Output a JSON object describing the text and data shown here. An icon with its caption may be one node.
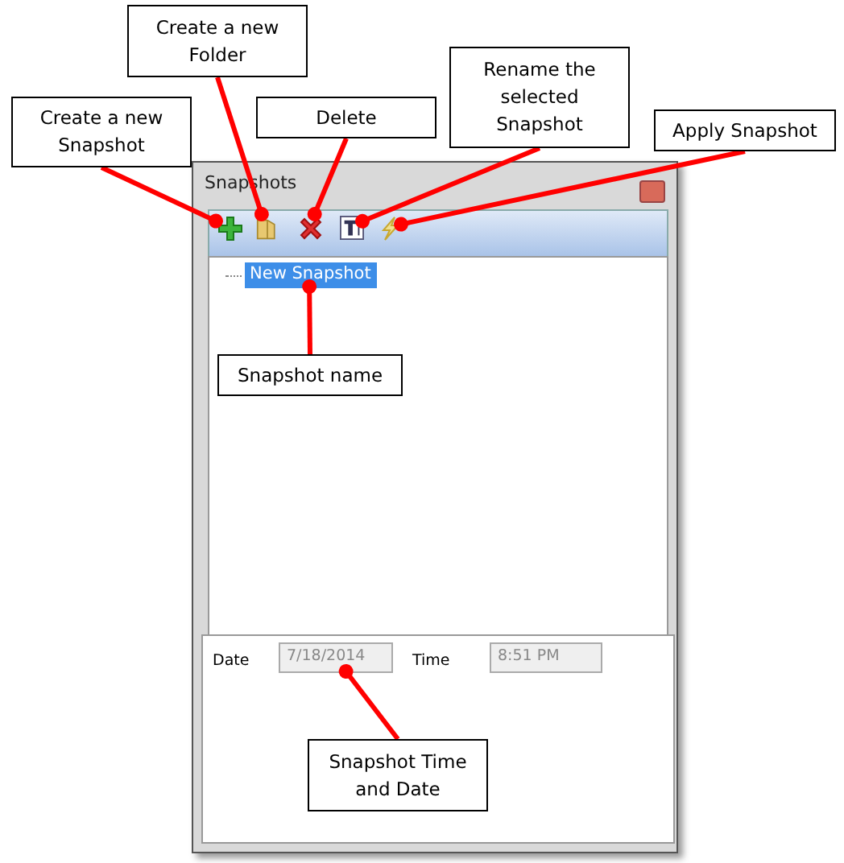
{
  "diagram": {
    "nodes": [
      {
        "text": [
          "Create a new Snapshot"
        ]
      },
      {
        "text": [
          "Create a new Folder"
        ]
      },
      {
        "text": [
          "Delete"
        ]
      },
      {
        "text": [
          "Rename the selected Snapshot"
        ]
      },
      {
        "text": [
          "Apply Snapshot"
        ]
      },
      {
        "text": [
          "Snapshot name"
        ],
        "in": 7
      },
      {
        "text": [
          "Snapshot Time and Date"
        ],
        "in": 7
      },
      {
        "text": [
          "Snapshots"
        ]
      },
      {
        "text": [],
        "shape": "picture",
        "in": 7
      },
      {
        "text": [],
        "shape": "picture",
        "in": 7
      },
      {
        "text": [],
        "shape": "picture",
        "in": 7
      },
      {
        "text": [],
        "shape": "picture",
        "in": 7
      },
      {
        "text": [],
        "shape": "picture",
        "in": 7
      },
      {
        "text": [
          "New Snapshot"
        ],
        "in": 7
      },
      {
        "text": [
          "7/18/2014"
        ],
        "in": 7
      },
      {
        "text": [
          "8:51 PM"
        ],
        "in": 7
      }
    ],
    "edges": [
      {
        "from": 0,
        "to": 8,
        "arrow": "other"
      },
      {
        "from": 1,
        "to": 9,
        "arrow": "other"
      },
      {
        "from": 2,
        "to": 10,
        "arrow": "other"
      },
      {
        "from": 3,
        "to": 11,
        "arrow": "other"
      },
      {
        "from": 4,
        "to": 12,
        "arrow": "other"
      },
      {
        "from": 5,
        "to": 13,
        "arrow": "other"
      },
      {
        "from": 6,
        "to": 14,
        "arrow": "other"
      }
    ],
    "labels": [
      "Date",
      "Time"
    ]
  }
}
